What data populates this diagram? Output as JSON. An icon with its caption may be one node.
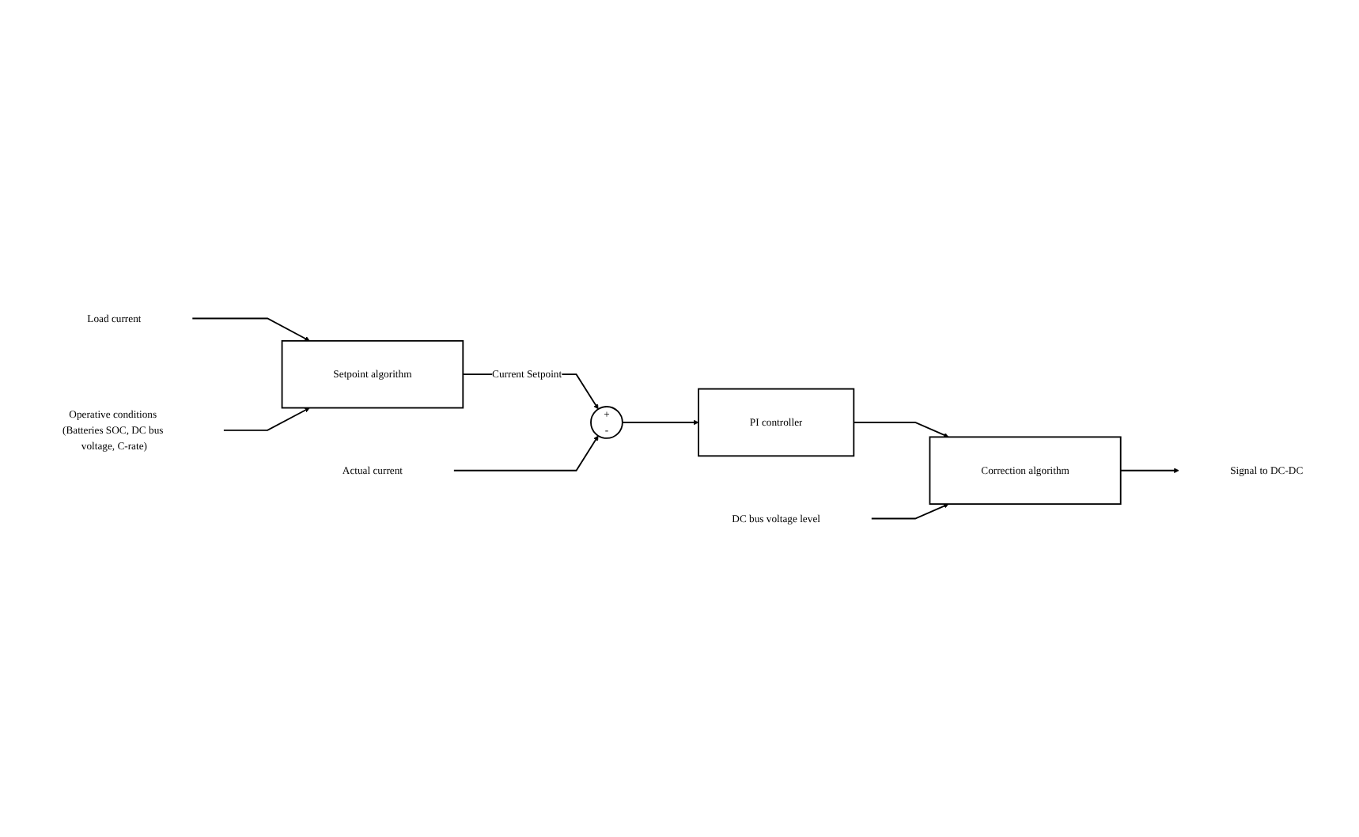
{
  "diagram": {
    "nodes": [
      {
        "text": [
          "Load current"
        ]
      },
      {
        "text": [
          "Operative conditions (Batteries SOC, DC bus voltage, C-rate)"
        ]
      },
      {
        "text": [
          "Setpoint algorithm"
        ]
      },
      {
        "text": [
          "+",
          "-"
        ]
      },
      {
        "text": [
          "PI controller"
        ]
      },
      {
        "text": [
          "Correction algorithm"
        ]
      },
      {
        "text": [
          "DC bus voltage level"
        ]
      },
      {
        "text": [
          "Actual current"
        ]
      },
      {
        "text": [
          "Signal to DC-DC"
        ]
      }
    ],
    "edges": [
      {
        "from": 0,
        "to": 2,
        "arrow": "to"
      },
      {
        "from": 1,
        "to": 2,
        "arrow": "to"
      },
      {
        "from": 2,
        "to": 3,
        "arrow": "to",
        "label": "Current Setpoint"
      },
      {
        "from": 7,
        "to": 3,
        "arrow": "to"
      },
      {
        "from": 3,
        "to": 4,
        "arrow": "to"
      },
      {
        "from": 4,
        "to": 5,
        "arrow": "to"
      },
      {
        "from": 6,
        "to": 5,
        "arrow": "to"
      },
      {
        "from": 5,
        "to": 8,
        "arrow": "to"
      }
    ]
  }
}
